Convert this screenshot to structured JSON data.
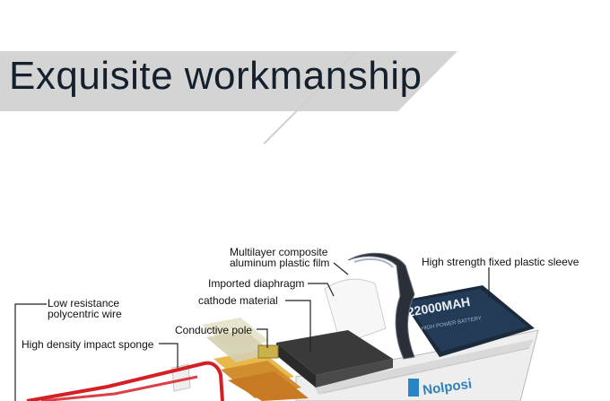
{
  "header": {
    "title": "Exquisite workmanship"
  },
  "labels": {
    "film_line1": "Multilayer composite",
    "film_line2": "aluminum plastic film",
    "sleeve": "High strength fixed plastic sleeve",
    "diaphragm": "Imported diaphragm",
    "cathode": "cathode material",
    "wire_line1": "Low resistance",
    "wire_line2": "polycentric wire",
    "pole": "Conductive pole",
    "sponge": "High density impact sponge"
  },
  "battery": {
    "capacity_text": "22000MAH",
    "sub_text": "HIGH POWER BATTERY",
    "brand_text": "Nolposi"
  }
}
